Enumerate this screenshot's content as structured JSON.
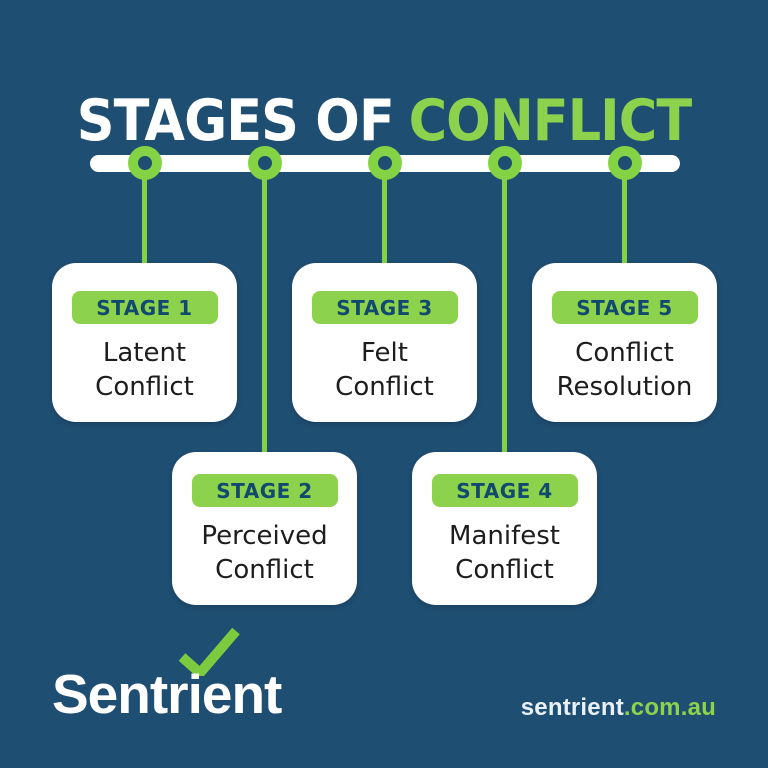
{
  "title": {
    "part_white": "STAGES OF",
    "part_green": "CONFLICT"
  },
  "timeline": {
    "stage_count": 5
  },
  "stages": [
    {
      "badge": "STAGE 1",
      "line1": "Latent",
      "line2": "Conflict"
    },
    {
      "badge": "STAGE 2",
      "line1": "Perceived",
      "line2": "Conflict"
    },
    {
      "badge": "STAGE 3",
      "line1": "Felt",
      "line2": "Conflict"
    },
    {
      "badge": "STAGE 4",
      "line1": "Manifest",
      "line2": "Conflict"
    },
    {
      "badge": "STAGE 5",
      "line1": "Conflict",
      "line2": "Resolution"
    }
  ],
  "footer": {
    "logo_text": "Sentrient",
    "website_name": "sentrient",
    "website_suffix": ".com.au"
  },
  "colors": {
    "background": "#1F4E73",
    "accent_green": "#8CD24C",
    "node_green": "#84D344",
    "badge_text_navy": "#114A6E",
    "card_text": "#1D1D1D",
    "card_background": "#FFFFFF",
    "timeline_bar": "#FFFFFF",
    "logo_check_green": "#7CCB3E",
    "website_name_color": "#E9F0F6"
  }
}
